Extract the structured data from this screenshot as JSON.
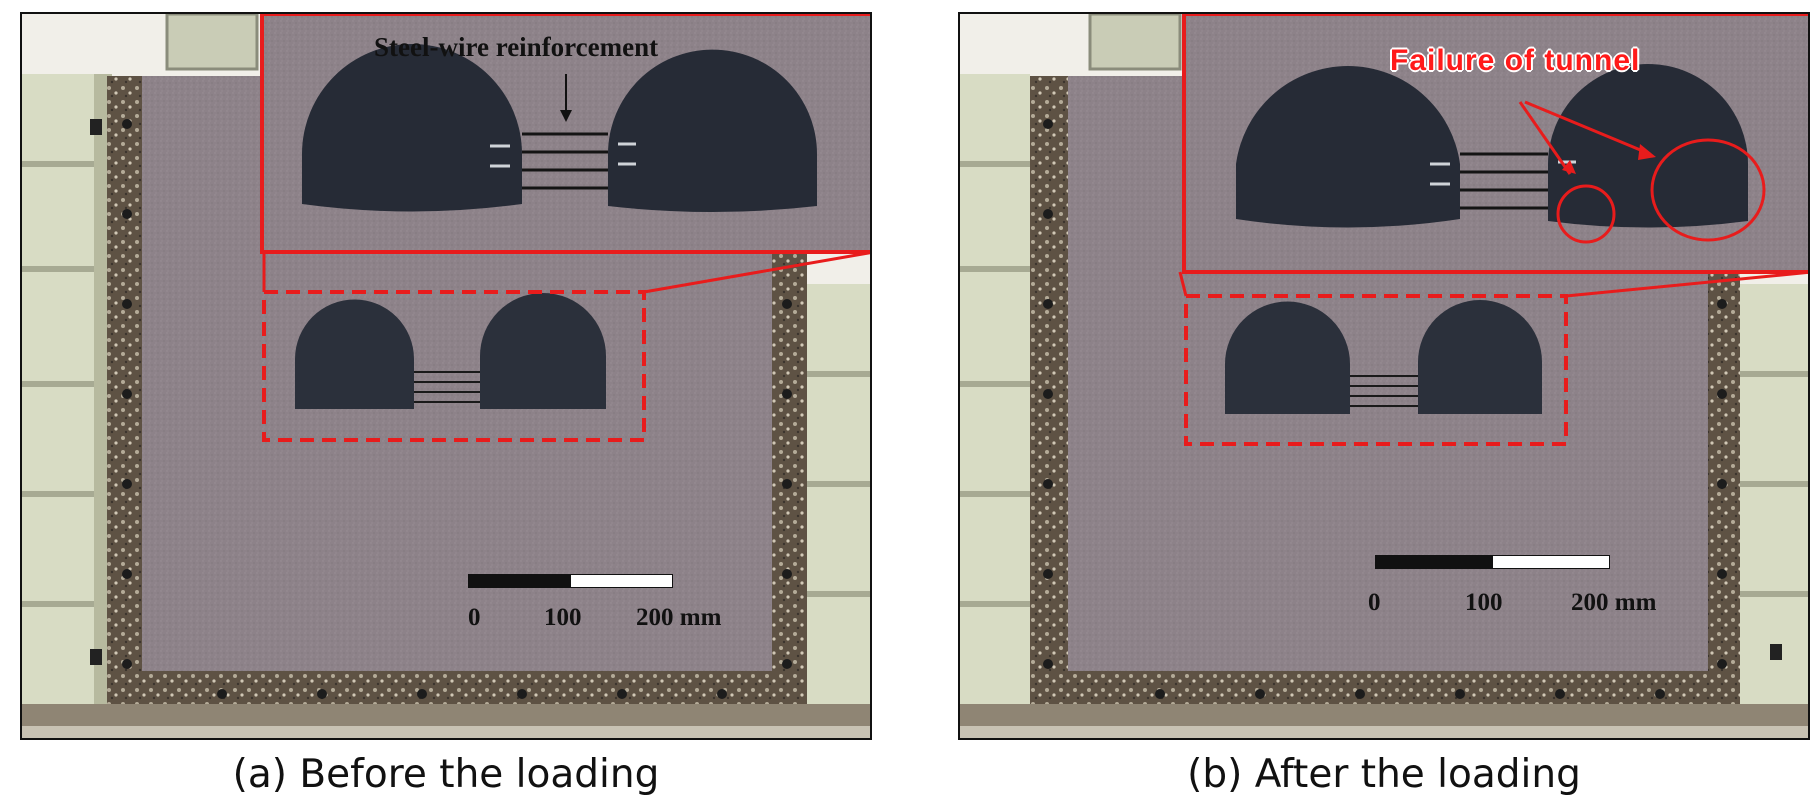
{
  "panel_a": {
    "caption": "(a) Before the loading",
    "annotation": "Steel-wire reinforcement",
    "scale": {
      "tick0": "0",
      "tick1": "100",
      "tick2": "200 mm"
    }
  },
  "panel_b": {
    "caption": "(b) After the loading",
    "annotation": "Failure of tunnel",
    "scale": {
      "tick0": "0",
      "tick1": "100",
      "tick2": "200 mm"
    }
  },
  "colors": {
    "highlight": "#e81c1c",
    "soil": "#8a7f86",
    "tunnel": "#2a2f3a",
    "frame": "#6b5a48"
  }
}
